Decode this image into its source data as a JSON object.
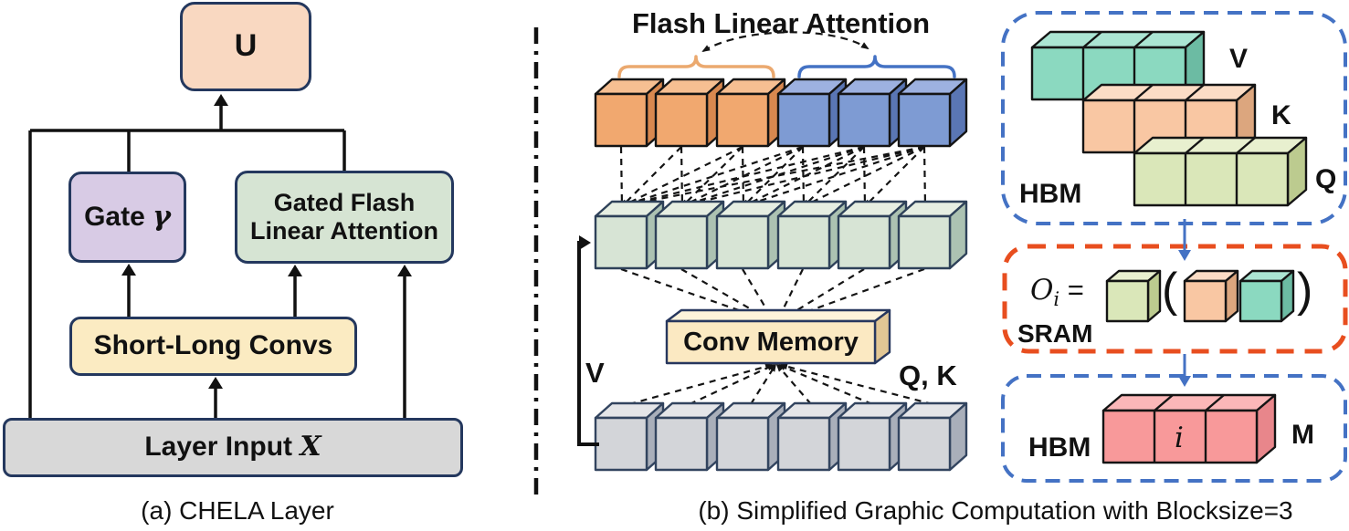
{
  "colors": {
    "box_border": "#24385e",
    "u_fill": "#f9d8c1",
    "gate_fill": "#d8cbe5",
    "gfla_fill": "#d6e4d3",
    "convs_fill": "#fbebc2",
    "input_fill": "#d8d8d8",
    "orange_front": "#f1a86f",
    "orange_top": "#f6bf92",
    "orange_side": "#d8884f",
    "blue_front": "#7e9bd3",
    "blue_top": "#9db1e0",
    "blue_side": "#5a76b4",
    "green_front": "#d7e4d5",
    "green_top": "#e6eee2",
    "green_side": "#acc2b2",
    "gray_front": "#d3d5d9",
    "gray_top": "#e4e5e8",
    "gray_side": "#a9afba",
    "memory_front": "#fbe9c2",
    "memory_top": "#fdf3db",
    "memory_side": "#e2c795",
    "teal_front": "#8bd9c0",
    "teal_top": "#abe5d3",
    "teal_side": "#6cbba3",
    "peach_front": "#f9c7a3",
    "peach_top": "#fbdcc5",
    "peach_side": "#dca67e",
    "lime_front": "#dae7b9",
    "lime_top": "#e8f0cf",
    "lime_side": "#bccb8f",
    "pink_front": "#f8999a",
    "pink_top": "#fbb7b8",
    "pink_side": "#e8868b",
    "dash_blue": "#4472c4",
    "dash_orange": "#e84e1f",
    "arrow_blue": "#4472c4",
    "brace_orange": "#eba96f",
    "brace_blue": "#4472c4"
  },
  "panel_a": {
    "caption": "(a) CHELA Layer",
    "boxes": {
      "u": {
        "label": "U"
      },
      "gate": {
        "label": "Gate",
        "symbol": "γ"
      },
      "gfla": {
        "label": "Gated Flash Linear Attention"
      },
      "convs": {
        "label": "Short-Long Convs"
      },
      "input": {
        "label": "Layer Input",
        "symbol": "X"
      }
    }
  },
  "panel_b": {
    "caption": "(b) Simplified Graphic Computation with Blocksize=3",
    "attention": {
      "title": "Flash Linear Attention",
      "v_label": "V",
      "qk_label": "Q, K",
      "conv_memory": "Conv Memory"
    },
    "memory_flow": {
      "hbm_in": {
        "label": "HBM",
        "tensor_labels": [
          "V",
          "K",
          "Q"
        ]
      },
      "sram": {
        "label": "SRAM",
        "output_symbol": "O",
        "output_subscript": "i",
        "equals": "=",
        "open_paren": "(",
        "close_paren": ")"
      },
      "hbm_out": {
        "label": "HBM",
        "block_label": "i",
        "tensor_label": "M"
      }
    }
  }
}
